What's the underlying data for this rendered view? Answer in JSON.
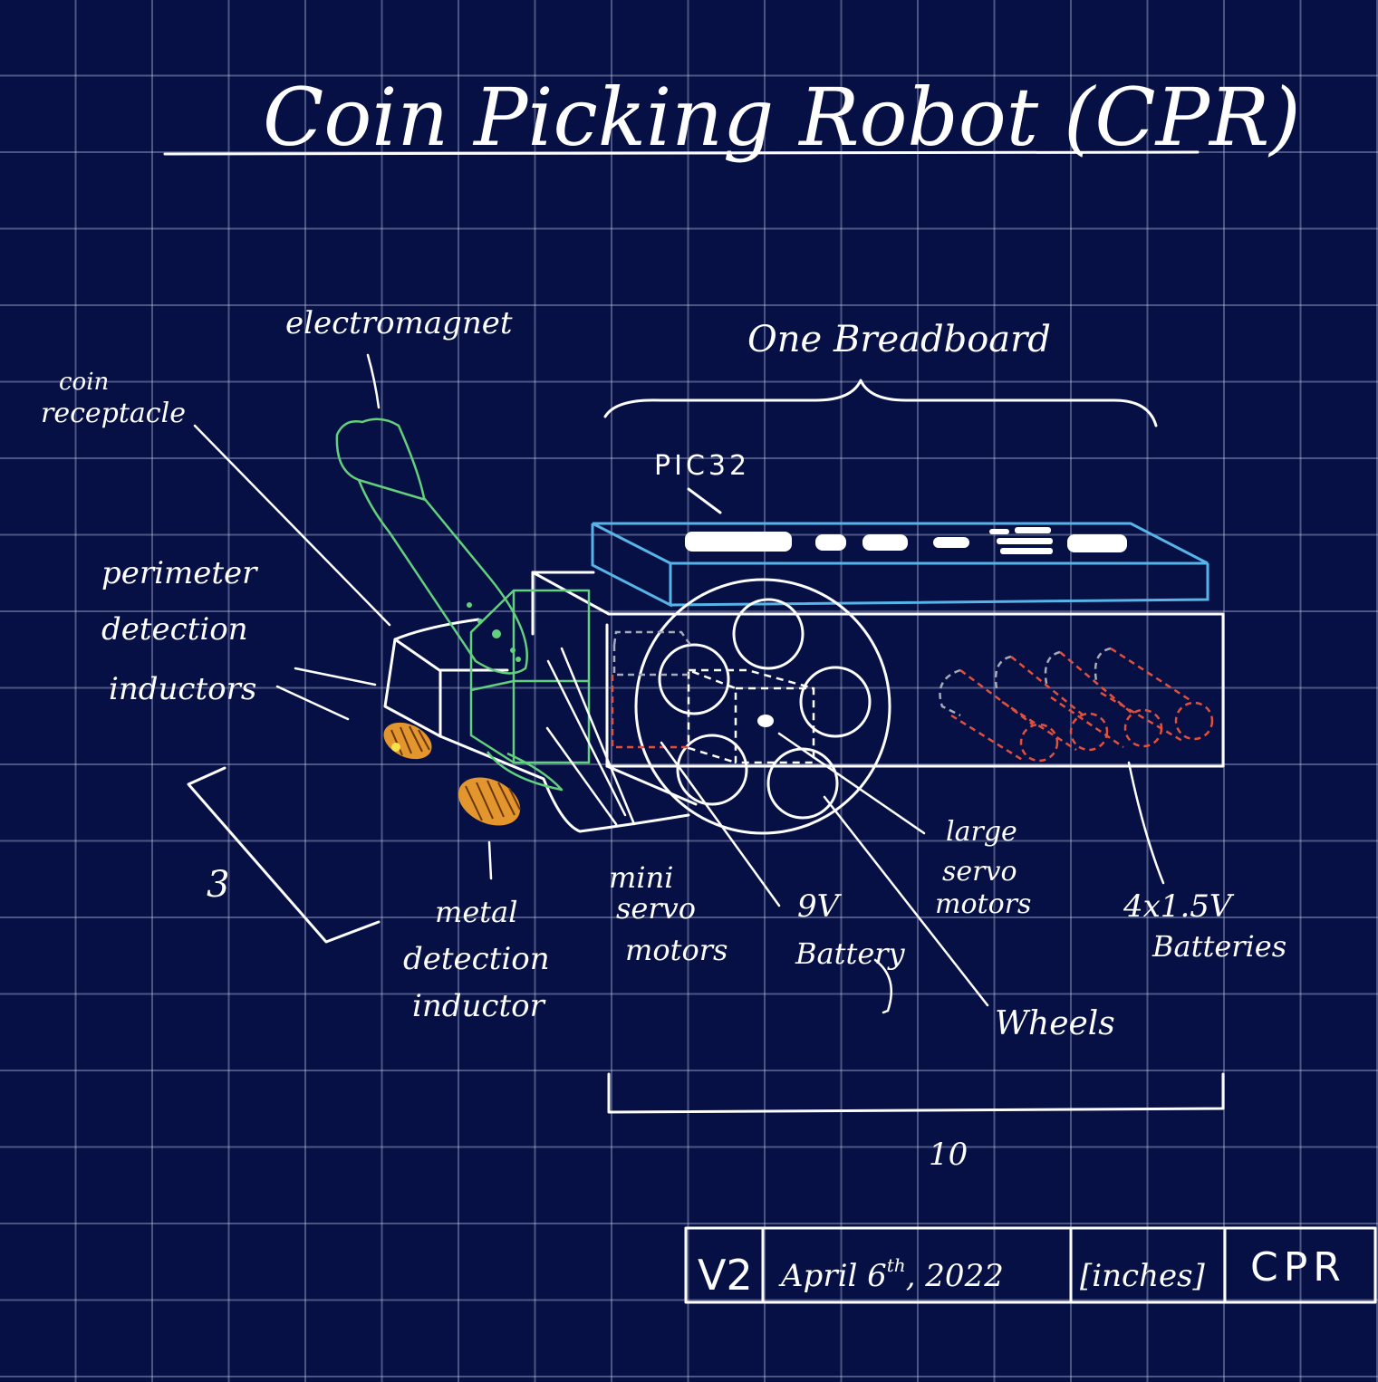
{
  "title": "Coin Picking Robot (CPR)",
  "labels": {
    "electromagnet": "electromagnet",
    "coin_receptacle_1": "coin",
    "coin_receptacle_2": "receptacle",
    "one_breadboard": "One Breadboard",
    "pic32": "PIC32",
    "perimeter_1": "perimeter",
    "perimeter_2": "detection",
    "perimeter_3": "inductors",
    "metal_1": "metal",
    "metal_2": "detection",
    "metal_3": "inductor",
    "mini_1": "mini",
    "mini_2": "servo",
    "mini_3": "motors",
    "battery9_1": "9V",
    "battery9_2": "Battery",
    "large_1": "large",
    "large_2": "servo",
    "large_3": "motors",
    "batteries_1": "4x1.5V",
    "batteries_2": "Batteries",
    "wheels": "Wheels"
  },
  "dimensions": {
    "height": "3",
    "length": "10"
  },
  "title_block": {
    "version": "V2",
    "date_main": "April 6",
    "date_sup": "th",
    "date_year": ", 2022",
    "units": "[inches]",
    "name": "CPR"
  },
  "colors": {
    "background": "#061044",
    "grid": "#bec8eb",
    "ink": "#ffffff",
    "arm": "#62d07c",
    "breadboard": "#56b4e8",
    "batteries": "#e0503c",
    "inductors": "#e3962e"
  }
}
